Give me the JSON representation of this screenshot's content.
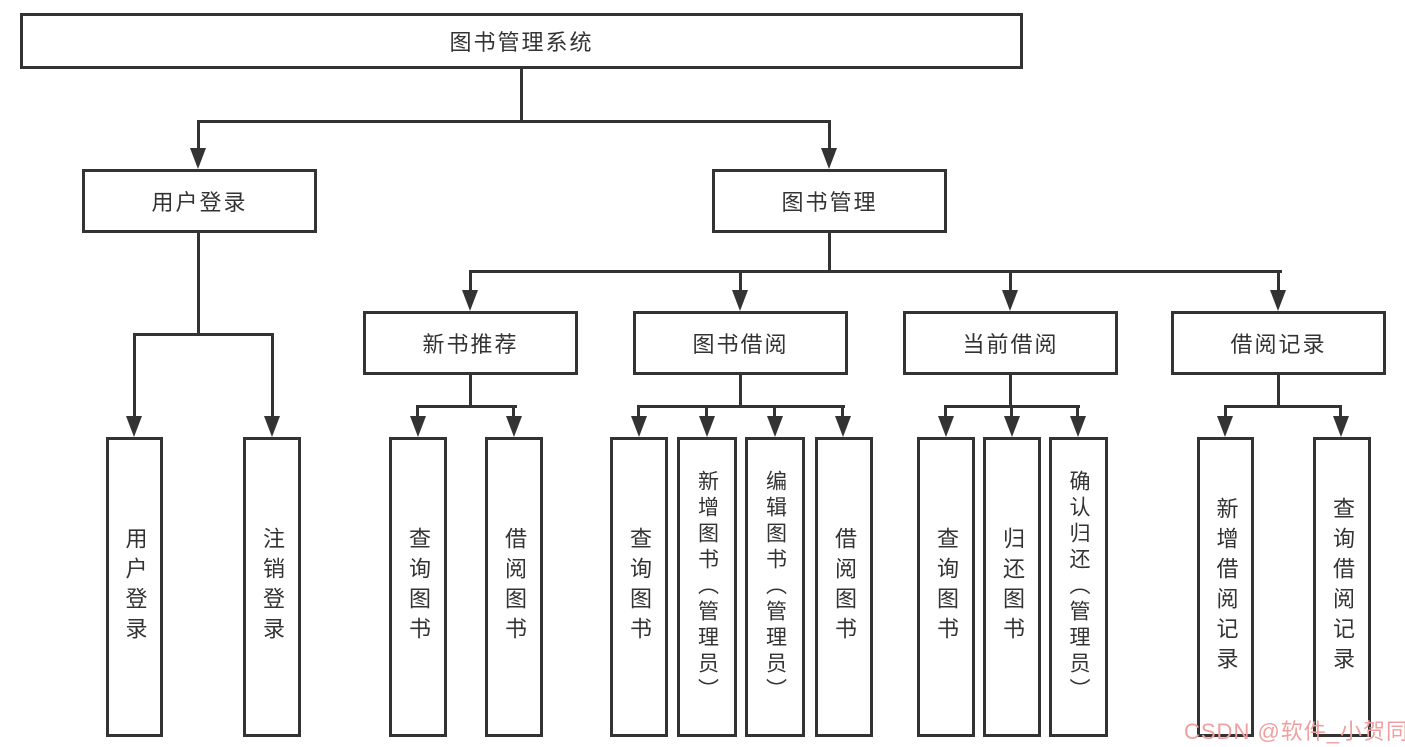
{
  "nodes": {
    "root": "图书管理系统",
    "user_login": "用户登录",
    "book_mgmt": "图书管理",
    "new_book": "新书推荐",
    "book_borrow": "图书借阅",
    "current_borrow": "当前借阅",
    "borrow_records": "借阅记录"
  },
  "leaves": {
    "user_login": [
      "用户登录",
      "注销登录"
    ],
    "new_book": [
      "查询图书",
      "借阅图书"
    ],
    "book_borrow": [
      "查询图书",
      "新增图书（管理员）",
      "编辑图书（管理员）",
      "借阅图书"
    ],
    "current_borrow": [
      "查询图书",
      "归还图书",
      "确认归还（管理员）"
    ],
    "borrow_records": [
      "新增借阅记录",
      "查询借阅记录"
    ]
  },
  "watermark": {
    "text": "CSDN @软件_小贺同学",
    "color": "#f0a0a0"
  },
  "colors": {
    "line": "#333333",
    "box_border": "#333333",
    "box_fill": "#ffffff",
    "text": "#333333"
  }
}
